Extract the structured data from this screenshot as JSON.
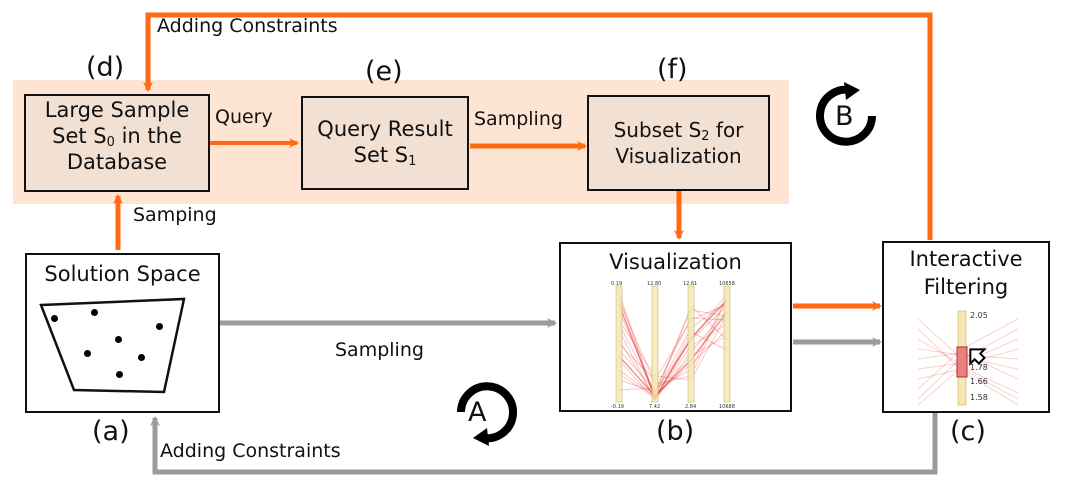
{
  "nodes": {
    "d": {
      "tag": "(d)",
      "line1": "Large Sample",
      "line2_pre": "Set S",
      "line2_sub": "0",
      "line2_post": " in the",
      "line3": "Database"
    },
    "e": {
      "tag": "(e)",
      "line1": "Query Result",
      "line2_pre": "Set S",
      "line2_sub": "1"
    },
    "f": {
      "tag": "(f)",
      "line1_pre": "Subset S",
      "line1_sub": "2",
      "line1_post": " for",
      "line2": "Visualization"
    },
    "a": {
      "tag": "(a)",
      "title": "Solution Space"
    },
    "b": {
      "tag": "(b)",
      "title": "Visualization",
      "axis_top": [
        "0.19",
        "12.80",
        "12.61",
        "10658"
      ],
      "axis_bottom": [
        "-0.19",
        "7.42",
        "2.84",
        "10688"
      ]
    },
    "c": {
      "tag": "(c)",
      "line1": "Interactive",
      "line2": "Filtering",
      "ticks": [
        "2.05",
        "1.78",
        "1.66",
        "1.58"
      ]
    }
  },
  "edges": {
    "top_loop": "Adding Constraints",
    "bottom_loop": "Adding Constraints",
    "query": "Query",
    "sampling_ef": "Sampling",
    "sampling_ab": "Sampling",
    "sampling_ad": "Samping"
  },
  "loops": {
    "orange": "B",
    "gray": "A"
  },
  "colors": {
    "orange": "#ff6a12",
    "gray": "#9b9b9b",
    "band": "#fde4d3",
    "box_fill": "#f2e0d2",
    "plot_red": "#e2322a"
  }
}
